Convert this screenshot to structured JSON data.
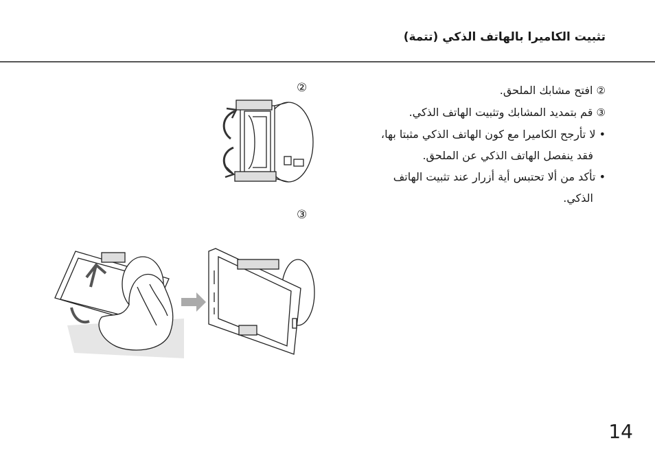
{
  "header": {
    "title": "تثبيت الكاميرا بالهاتف الذكي (تتمة)"
  },
  "figures": {
    "fig2_label": "②",
    "fig3_label": "③"
  },
  "steps": [
    {
      "marker": "②",
      "text": "افتح مشابك الملحق."
    },
    {
      "marker": "③",
      "text": "قم بتمديد المشابك وتثبيت الهاتف الذكي."
    }
  ],
  "notes": [
    {
      "bullet": "•",
      "lines": [
        "لا تأرجح الكاميرا مع كون الهاتف الذكي مثبتا بها،",
        "فقد ينفصل الهاتف الذكي عن الملحق."
      ]
    },
    {
      "bullet": "•",
      "lines": [
        "تأكد من ألا تحتبس أية أزرار عند تثبيت الهاتف",
        "الذكي."
      ]
    }
  ],
  "page_number": "14"
}
